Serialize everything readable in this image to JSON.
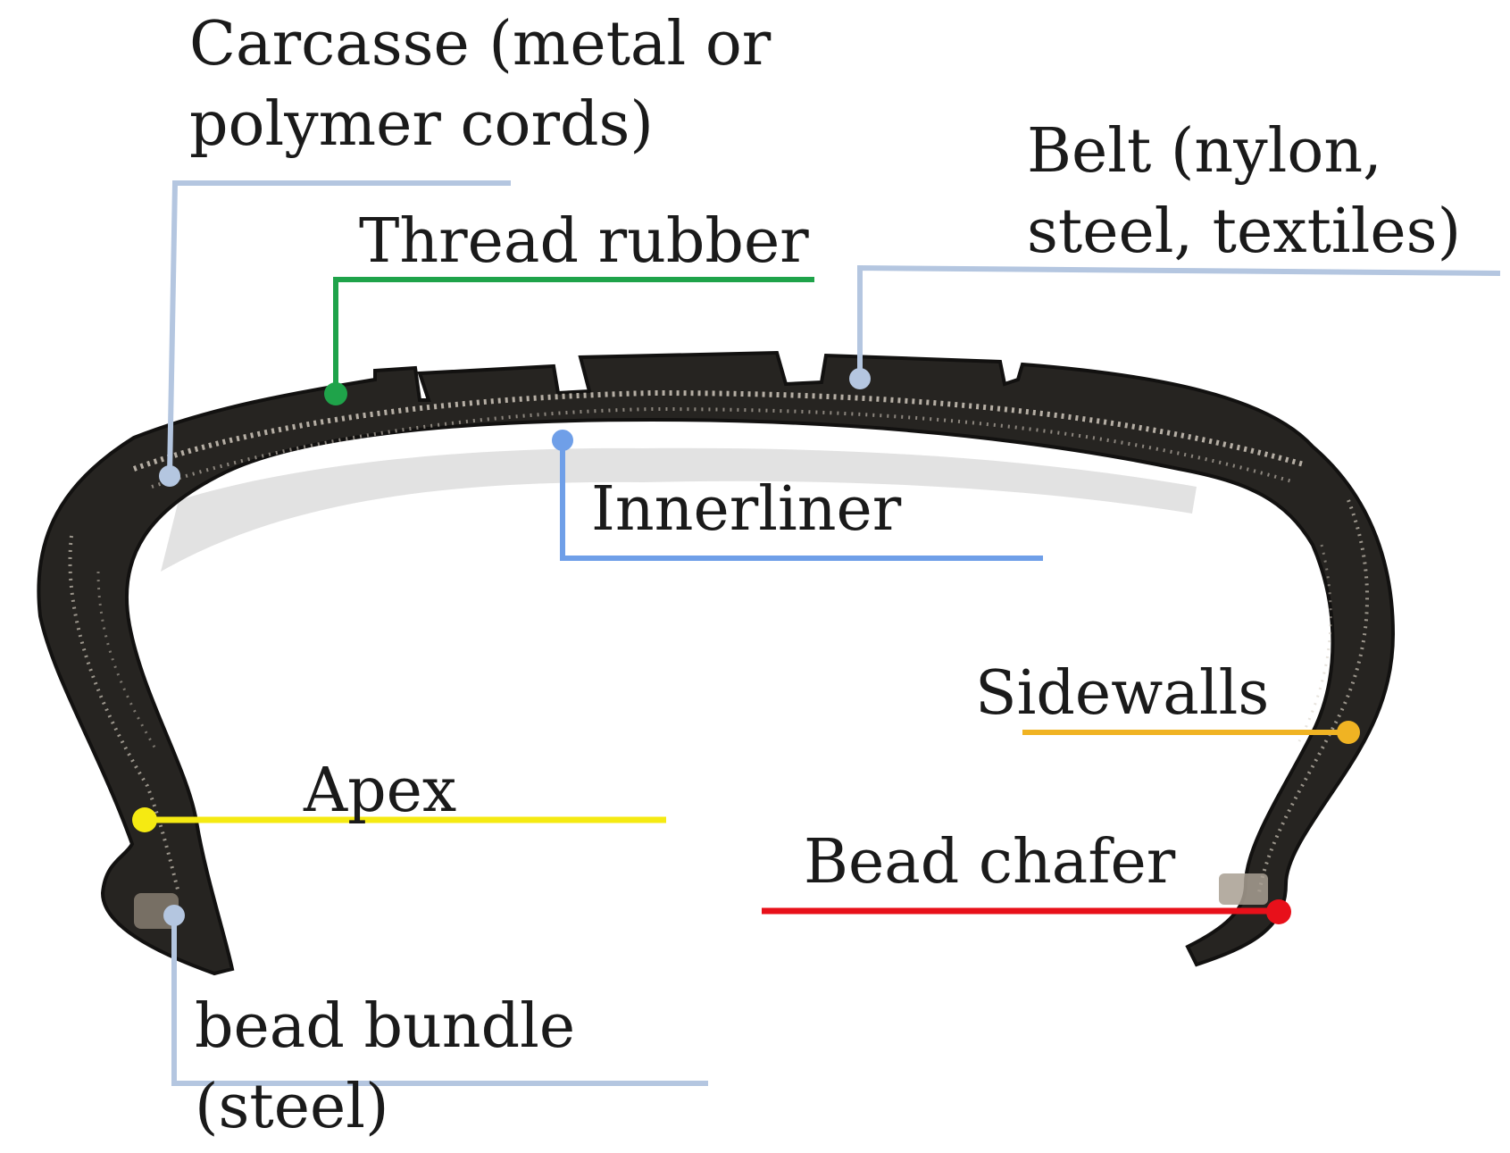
{
  "labels": {
    "carcasse_line1": "Carcasse (metal or",
    "carcasse_line2": "polymer cords)",
    "belt_line1": "Belt (nylon,",
    "belt_line2": "steel, textiles)",
    "thread_rubber": "Thread rubber",
    "innerliner": "Innerliner",
    "sidewalls": "Sidewalls",
    "apex": "Apex",
    "bead_chafer": "Bead chafer",
    "bead_bundle_line1": "bead bundle",
    "bead_bundle_line2": "(steel)"
  },
  "colors": {
    "carcasse": "#b4c6e0",
    "belt": "#b4c6e0",
    "bead_bundle": "#b4c6e0",
    "thread_rubber": "#1fa34a",
    "innerliner": "#6f9fe8",
    "sidewalls": "#f0b323",
    "apex": "#f5ea12",
    "bead_chafer": "#e8101a",
    "tire": "#262421",
    "tire_edge": "#121110",
    "cord": "#cfc7bb"
  },
  "icons": [
    "tire-cross-section-photo"
  ]
}
